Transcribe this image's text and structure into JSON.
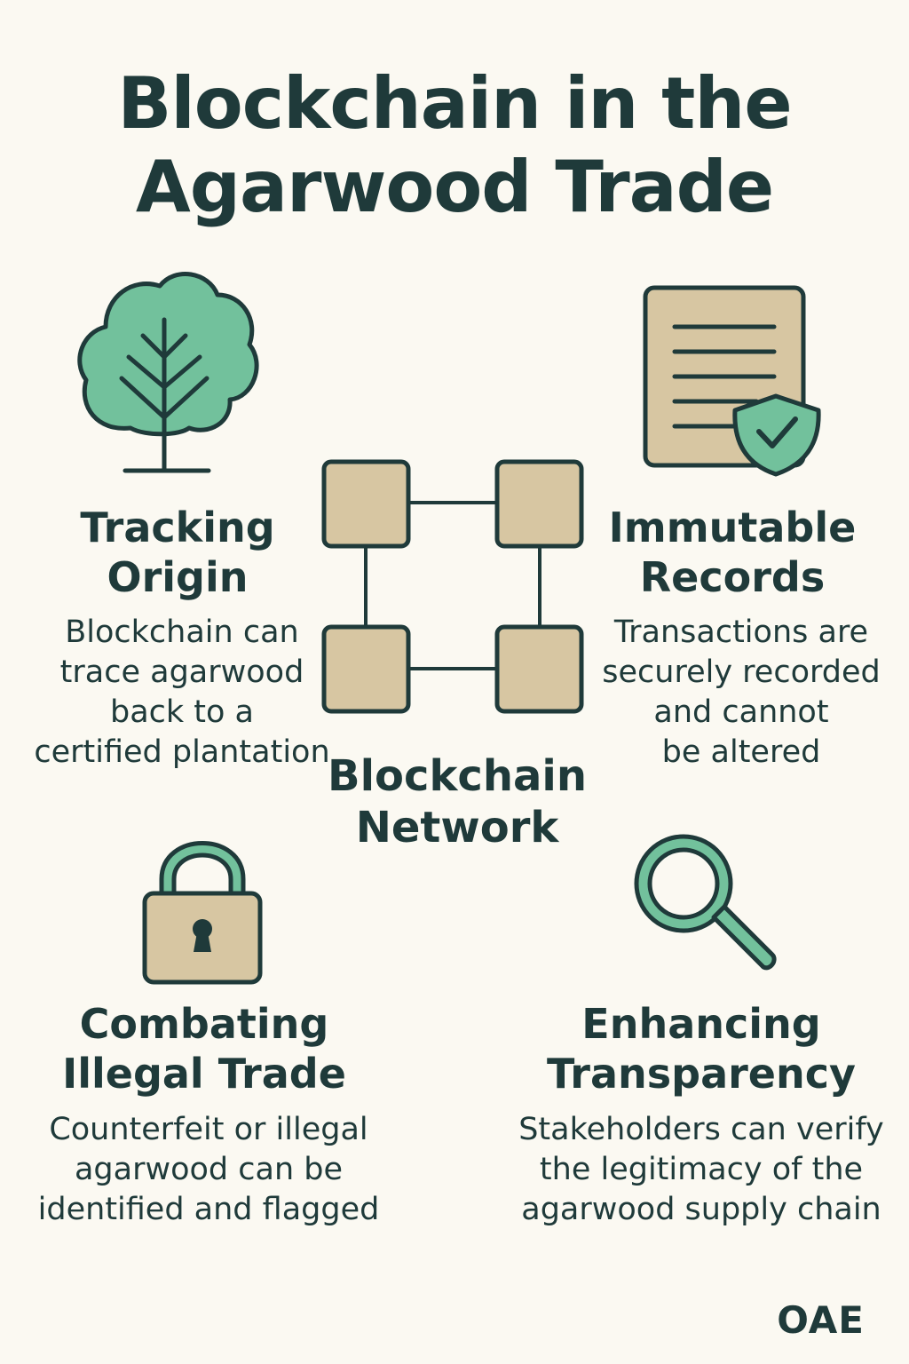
{
  "title": {
    "line1": "Blockchain in the",
    "line2": "Agarwood Trade"
  },
  "network": {
    "label_line1": "Blockchain",
    "label_line2": "Network"
  },
  "sections": {
    "tracking": {
      "icon": "tree-icon",
      "heading_line1": "Tracking",
      "heading_line2": "Origin",
      "desc": [
        "Blockchain can",
        "trace agarwood",
        "back to a",
        "certified plantation"
      ]
    },
    "records": {
      "icon": "document-check-icon",
      "heading_line1": "Immutable",
      "heading_line2": "Records",
      "desc": [
        "Transactions are",
        "securely recorded",
        "and cannot",
        "be altered"
      ]
    },
    "illegal": {
      "icon": "padlock-icon",
      "heading_line1": "Combating",
      "heading_line2": "Illegal Trade",
      "desc": [
        "Counterfeit or illegal",
        "agarwood can be",
        "identified and flagged"
      ]
    },
    "transparency": {
      "icon": "magnifier-icon",
      "heading_line1": "Enhancing",
      "heading_line2": "Transparency",
      "desc": [
        "Stakeholders can verify",
        "the legitimacy of the",
        "agarwood supply chain"
      ]
    }
  },
  "brand": "OAE",
  "colors": {
    "background": "#fbf9f2",
    "text": "#1f3a3a",
    "green": "#72c19c",
    "tan": "#d7c6a2"
  }
}
